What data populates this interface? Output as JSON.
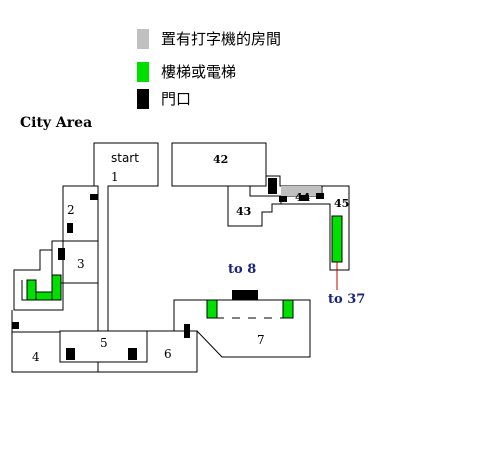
{
  "legend": {
    "items": [
      {
        "label": "置有打字機的房間",
        "color": "#c0c0c0"
      },
      {
        "label": "樓梯或電梯",
        "color": "#00e000"
      },
      {
        "label": "門口",
        "color": "#000000"
      }
    ]
  },
  "map": {
    "title": "City Area",
    "start_label": "start",
    "rooms": [
      "1",
      "2",
      "3",
      "4",
      "5",
      "6",
      "7",
      "42",
      "43",
      "44",
      "45"
    ],
    "links": [
      {
        "label": "to 8",
        "color": "#1a237e"
      },
      {
        "label": "to 37",
        "color": "#1a237e"
      }
    ],
    "colors": {
      "door": "#000000",
      "stairs": "#00e000",
      "typewriter_room": "#c0c0c0",
      "arrow": "#cc0000"
    }
  }
}
